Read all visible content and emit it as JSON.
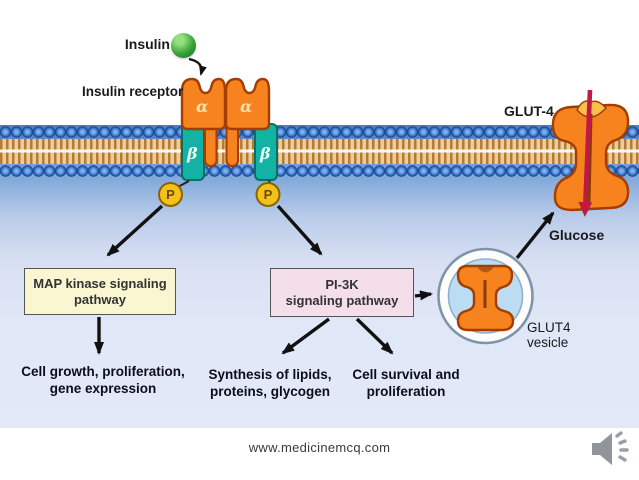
{
  "diagram": {
    "insulin_label": "Insulin",
    "receptor_label": "Insulin receptor",
    "alpha": "α",
    "beta": "β",
    "phosphate": "P",
    "glut4_membrane_label": "GLUT-4",
    "glucose_label": "Glucose",
    "vesicle_label": {
      "line1": "GLUT4",
      "line2": "vesicle"
    },
    "map_box": {
      "line1": "MAP kinase signaling",
      "line2": "pathway"
    },
    "pi3k_box": {
      "line1": "PI-3K",
      "line2": "signaling pathway"
    },
    "outcomes": {
      "growth": {
        "line1": "Cell growth, proliferation,",
        "line2": "gene expression"
      },
      "synthesis": {
        "line1": "Synthesis of lipids,",
        "line2": "proteins, glycogen"
      },
      "survival": {
        "line1": "Cell survival and",
        "line2": "proliferation"
      }
    }
  },
  "footer": {
    "watermark": "www.medicinemcq.com"
  },
  "icons": {
    "speaker": "speaker-icon",
    "insulin_molecule": "insulin-ball-icon",
    "phosphate_badge": "phosphate-circle-icon"
  },
  "colors": {
    "receptor_orange": "#F6831E",
    "receptor_outline": "#A33D00",
    "beta_teal": "#13B2A4",
    "phosphate_gold": "#F2C11C",
    "insulin_green": "#3BA43A",
    "membrane_head_blue": "#2E6CC4",
    "membrane_tail_tan": "#E9CD9E",
    "glucose_arrow_crimson": "#C11845",
    "map_box_bg": "#FAF6D2",
    "pi3k_box_bg": "#F3DEE9",
    "vesicle_fill": "#BBDCF2",
    "cytoplasm_light": "#E0E7F7"
  }
}
